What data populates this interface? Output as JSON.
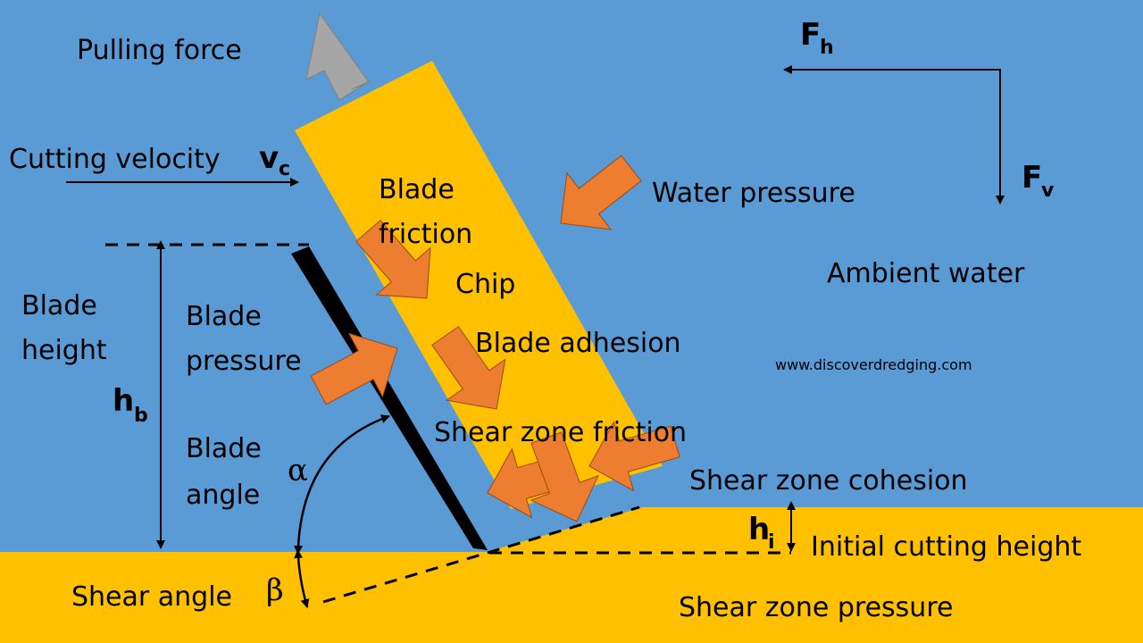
{
  "colors": {
    "water": "#5B9BD5",
    "soil": "#FFC000",
    "chip": "#FFC000",
    "blade": "#000000",
    "force_arrow": "#ED7D31",
    "pull_arrow": "#A6A6A6"
  },
  "labels": {
    "pulling_force": "Pulling force",
    "cutting_velocity": "Cutting velocity",
    "blade_friction_line1": "Blade",
    "blade_friction_line2": "friction",
    "water_pressure": "Water pressure",
    "chip": "Chip",
    "ambient_water": "Ambient water",
    "blade_height_line1": "Blade",
    "blade_height_line2": "height",
    "blade_pressure_line1": "Blade",
    "blade_pressure_line2": "pressure",
    "blade_adhesion": "Blade adhesion",
    "website": "www.discoverdredging.com",
    "blade_angle_line1": "Blade",
    "blade_angle_line2": "angle",
    "shear_zone_friction": "Shear zone friction",
    "shear_zone_cohesion": "Shear zone cohesion",
    "initial_cutting_height": "Initial cutting height",
    "shear_angle": "Shear angle",
    "shear_zone_pressure": "Shear zone pressure"
  },
  "symbols": {
    "vc_main": "v",
    "vc_sub": "c",
    "fh_main": "F",
    "fh_sub": "h",
    "fv_main": "F",
    "fv_sub": "v",
    "hb_main": "h",
    "hb_sub": "b",
    "hi_main": "h",
    "hi_sub": "i",
    "alpha": "α",
    "beta": "β"
  }
}
